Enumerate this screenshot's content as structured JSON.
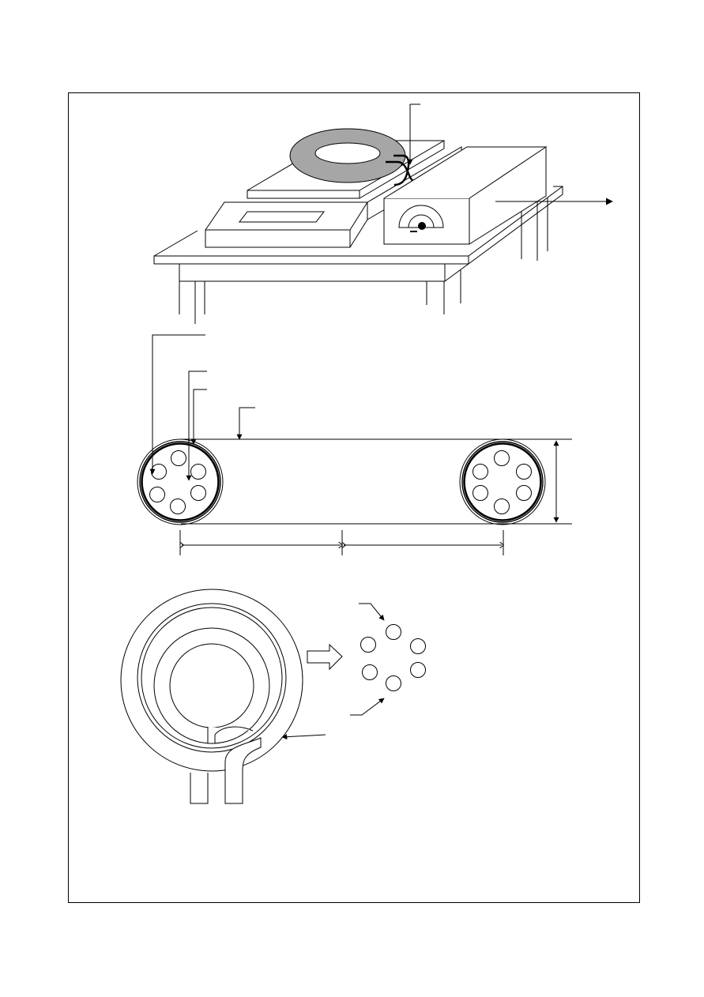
{
  "figure": {
    "caption": "",
    "labels": [],
    "colors": {
      "ink": "#000000",
      "paper": "#ffffff",
      "toroid_fill": "#a6a6a6"
    },
    "views": [
      {
        "name": "perspective-view",
        "components": [
          "balance",
          "display-window",
          "weighing-pan",
          "toroid-sample",
          "twisted-lead",
          "measurement-box",
          "meter-dial",
          "table"
        ]
      },
      {
        "name": "side-section-view",
        "components": [
          "outer-casing",
          "winding-turns",
          "left-core-section",
          "right-core-section",
          "length-dimension",
          "height-dimension"
        ]
      },
      {
        "name": "top-view",
        "components": [
          "toroid-outer-ring",
          "toroid-inner-ring",
          "lead-wires",
          "wire-cross-section-detail"
        ]
      }
    ]
  }
}
